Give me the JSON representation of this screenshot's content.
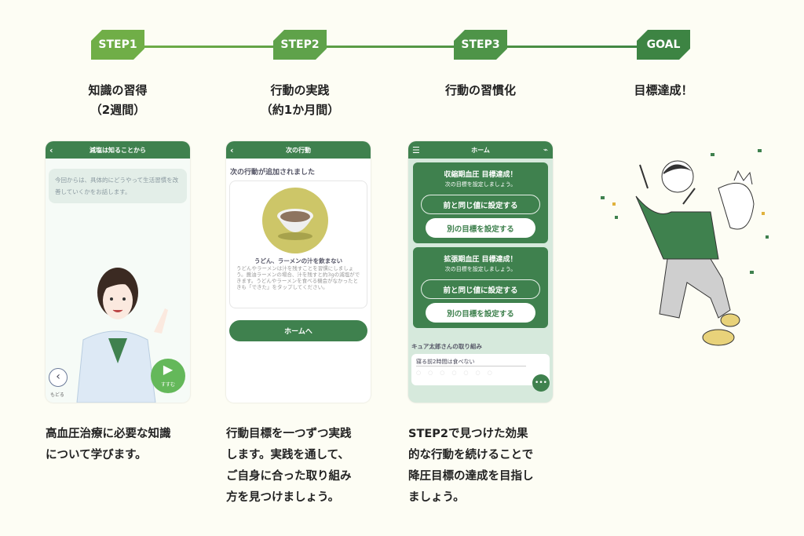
{
  "steps": [
    {
      "badge": "STEP1",
      "title1": "知識の習得",
      "title2": "（2週間）",
      "desc": [
        "高血圧治療に必要な知識",
        "について学びます。"
      ],
      "color": "#70ae47"
    },
    {
      "badge": "STEP2",
      "title1": "行動の実践",
      "title2": "（約1か月間）",
      "desc": [
        "行動目標を一つずつ実践",
        "します。実践を通して、",
        "ご自身に合った取り組み",
        "方を見つけましょう。"
      ],
      "color": "#5fa24a"
    },
    {
      "badge": "STEP3",
      "title1": "行動の習慣化",
      "title2": "",
      "desc": [
        "STEP2で見つけた効果",
        "的な行動を続けることで",
        "降圧目標の達成を目指し",
        "ましょう。"
      ],
      "color": "#4e9448"
    },
    {
      "badge": "GOAL",
      "title1": "目標達成！",
      "title2": "",
      "color": "#3d8443"
    }
  ],
  "phone1": {
    "header": "減塩は知ることから",
    "bubble": "今回からは、具体的にどうやって生活習慣を改善していくかをお話します。",
    "back_label": "もどる",
    "next_label": "すすむ"
  },
  "phone2": {
    "header": "次の行動",
    "heading": "次の行動が追加されました",
    "card_title": "うどん、ラーメンの汁を飲まない",
    "card_body": "うどんやラーメンは汁を残すことを習慣にしましょう。醤油ラーメンの場合、汁を残すと約3gの減塩ができます。うどんやラーメンを食べる機会がなかったときも「できた」をタップしてください。",
    "home_button": "ホームへ"
  },
  "phone3": {
    "header": "ホーム",
    "cards": [
      {
        "title": "収縮期血圧 目標達成！",
        "sub": "次の目標を設定しましょう。",
        "same": "前と同じ値に設定する",
        "other": "別の目標を設定する"
      },
      {
        "title": "拡張期血圧 目標達成！",
        "sub": "次の目標を設定しましょう。",
        "same": "前と同じ値に設定する",
        "other": "別の目標を設定する"
      }
    ],
    "section": "キュア太郎さんの取り組み",
    "item": "寝る前2時間は食べない"
  }
}
